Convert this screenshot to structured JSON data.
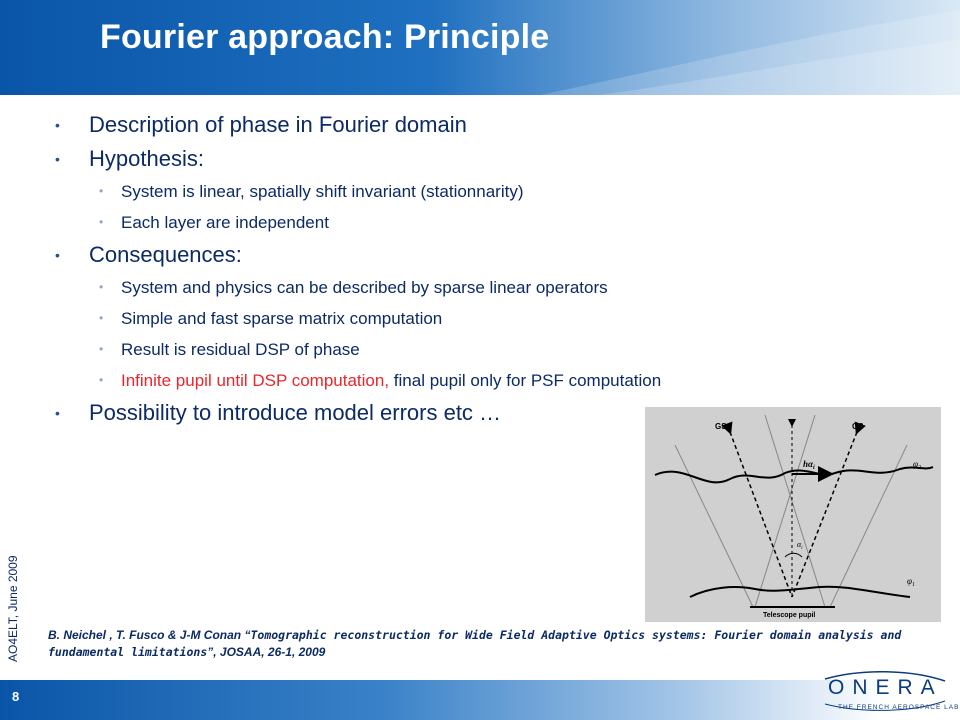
{
  "slide": {
    "title": "Fourier approach: Principle",
    "bullets": [
      {
        "text": "Description of phase in Fourier domain"
      },
      {
        "text": "Hypothesis:"
      },
      {
        "text": "System is linear, spatially shift invariant (stationnarity)"
      },
      {
        "text": "Each layer are independent"
      },
      {
        "text": "Consequences:"
      },
      {
        "text": "System and physics can be described by sparse linear operators"
      },
      {
        "text": "Simple and fast sparse matrix computation"
      },
      {
        "text": "Result is residual DSP of phase"
      },
      {
        "text_red": "Infinite pupil until DSP computation,",
        "text_rest": " final pupil only for PSF computation"
      },
      {
        "text": "Possibility to introduce model errors etc …"
      }
    ],
    "figure": {
      "gs_left": "GS",
      "gs_right": "GS",
      "h_alpha": "hα",
      "h_alpha_sub": "i",
      "phi2": "φ",
      "phi2_sub": "2",
      "phi1": "φ",
      "phi1_sub": "1",
      "alpha": "α",
      "alpha_sub": "i",
      "pupil_label": "Telescope pupil"
    },
    "reference": {
      "authors": "B. Neichel , T. Fusco & J-M Conan “",
      "paper_title": "Tomographic reconstruction for Wide Field Adaptive Optics systems: Fourier domain analysis and fundamental limitations",
      "journal": "”, JOSAA, 26-1, 2009"
    },
    "sidebar_text": "AO4ELT, June 2009",
    "page_number": "8",
    "logo": {
      "word": "ONERA",
      "tagline": "THE FRENCH AEROSPACE LAB"
    },
    "colors": {
      "header_blue": "#0a55a8",
      "text_navy": "#0b2a66",
      "highlight_red": "#e8262b"
    }
  }
}
